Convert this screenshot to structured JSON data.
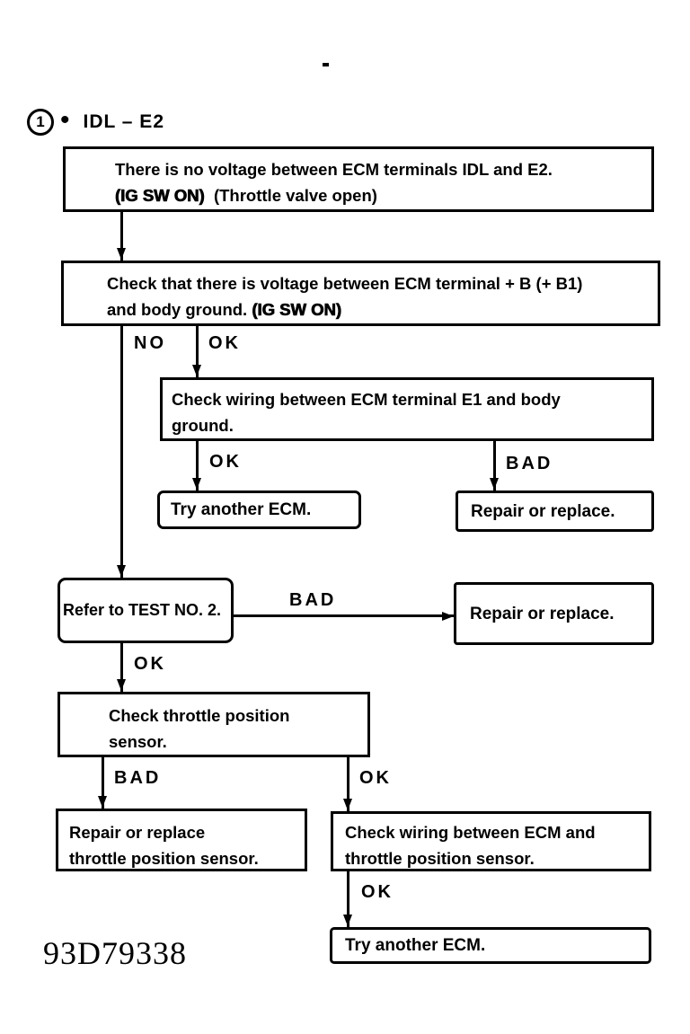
{
  "step": {
    "number": "1",
    "bullet": "•",
    "title": "IDL – E2"
  },
  "boxes": {
    "no_voltage": {
      "line1": "There is no voltage between ECM terminals IDL and E2.",
      "line2_bold": "(IG SW ON)",
      "line2_rest": "  (Throttle valve open)"
    },
    "check_voltage": {
      "line1": "Check that there is voltage between ECM terminal + B (+ B1)",
      "line2_rest": "and body ground. ",
      "line2_bold": "(IG SW ON)"
    },
    "check_wiring_e1": {
      "line1": "Check wiring between ECM terminal E1 and body",
      "line2": "ground."
    },
    "try_ecm_1": {
      "label": "Try another ECM."
    },
    "repair_1": {
      "label": "Repair or replace."
    },
    "refer_test": {
      "label": "Refer to TEST NO. 2."
    },
    "repair_2": {
      "label": "Repair or replace."
    },
    "check_tps": {
      "line1": "Check throttle position",
      "line2": "sensor."
    },
    "repair_tps": {
      "line1": "Repair or replace",
      "line2": "throttle position sensor."
    },
    "check_wiring_tps": {
      "line1": "Check wiring between ECM and",
      "line2": "throttle position sensor."
    },
    "try_ecm_2": {
      "label": "Try another ECM."
    }
  },
  "edge_labels": {
    "no_1": "NO",
    "ok_1": "OK",
    "ok_2": "OK",
    "bad_1": "BAD",
    "bad_2": "BAD",
    "ok_3": "OK",
    "bad_3": "BAD",
    "ok_4": "OK",
    "ok_5": "OK"
  },
  "stamp": "93D79338",
  "colors": {
    "ink": "#000000",
    "paper": "#ffffff"
  }
}
